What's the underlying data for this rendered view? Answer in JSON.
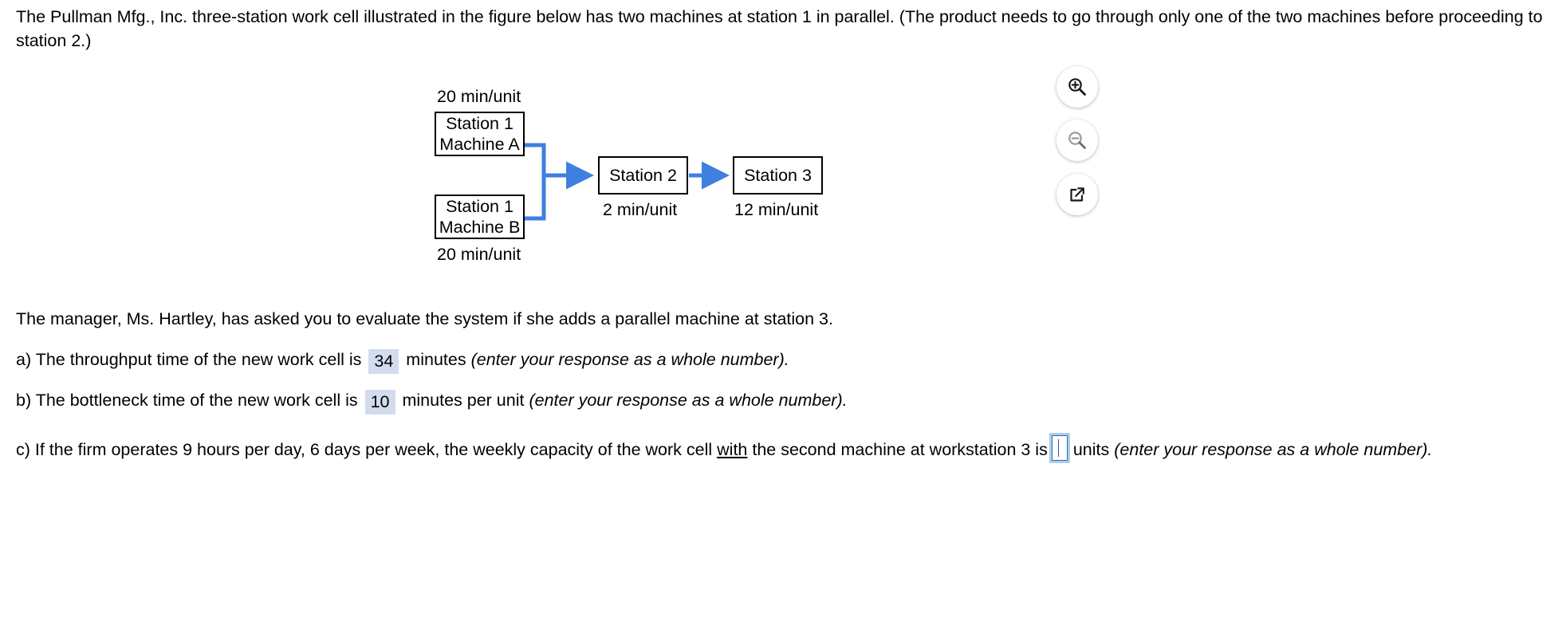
{
  "intro": {
    "text": "The Pullman Mfg., Inc. three-station work cell illustrated in the figure below has two machines at station 1 in parallel. (The product needs to go through only one of the two machines before proceeding to station 2.)"
  },
  "figure": {
    "tools": [
      {
        "name": "zoom-in-icon",
        "label": "Zoom in",
        "state": "enabled"
      },
      {
        "name": "zoom-out-icon",
        "label": "Zoom out",
        "state": "disabled"
      },
      {
        "name": "open-in-new-window-icon",
        "label": "Open figure in new window",
        "state": "enabled"
      }
    ],
    "nodes": [
      {
        "id": "station1-machine-a",
        "line1": "Station 1",
        "line2": "Machine A",
        "caption": "20 min/unit",
        "caption_position": "above"
      },
      {
        "id": "station1-machine-b",
        "line1": "Station 1",
        "line2": "Machine B",
        "caption": "20 min/unit",
        "caption_position": "below"
      },
      {
        "id": "station2",
        "line1": "Station 2",
        "line2": "",
        "caption": "2 min/unit",
        "caption_position": "below"
      },
      {
        "id": "station3",
        "line1": "Station 3",
        "line2": "",
        "caption": "12 min/unit",
        "caption_position": "below"
      }
    ],
    "flow_color": "#3f7fe0"
  },
  "questions": {
    "manager_prompt": "The manager, Ms. Hartley, has asked you to evaluate the system if she adds a parallel machine at station 3.",
    "a": {
      "prefix": "a) The throughput time of the new work cell is",
      "answer": "34",
      "middle": "minutes",
      "hint": "(enter your response as a whole number)."
    },
    "b": {
      "prefix": "b) The bottleneck time of the new work cell is",
      "answer": "10",
      "middle": "minutes per unit",
      "hint": "(enter your response as a whole number)."
    },
    "c": {
      "prefix": "c) If the firm operates 9 hours per day, 6 days per week, the weekly capacity of the work cell",
      "emphasis": "with",
      "middle_before_input": "the second machine at workstation 3 is",
      "input_value": "",
      "middle_after_input": "units",
      "hint": "(enter your response as a whole number)."
    }
  },
  "colors": {
    "answer_fill": "#d3dcee",
    "input_focus": "#2d6ca8",
    "flow_blue": "#3f7fe0"
  }
}
